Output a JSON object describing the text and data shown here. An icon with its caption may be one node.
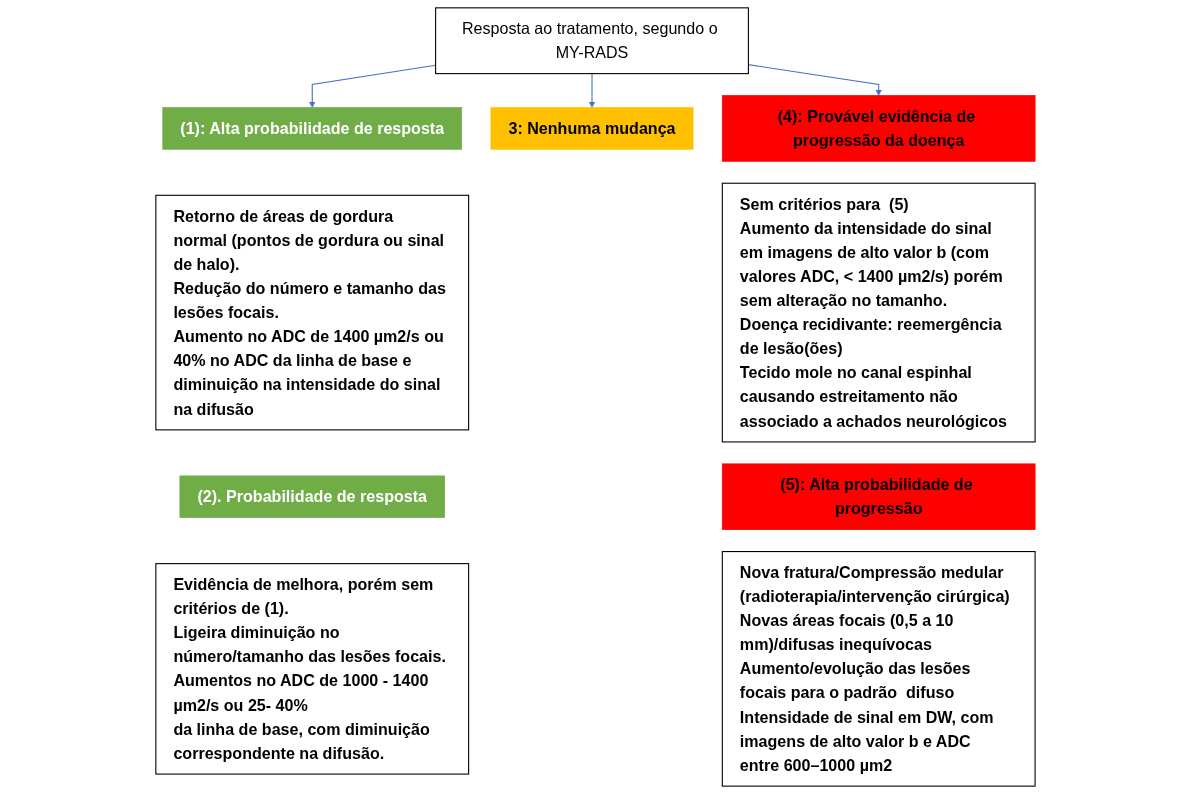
{
  "diagram": {
    "nodes": [
      {
        "text": [
          "Resposta ao tratamento, segundo o MY-RADS"
        ]
      },
      {
        "text": [
          "(1): Alta probabilidade de resposta"
        ]
      },
      {
        "text": [
          "Retorno de áreas de gordura normal (pontos de gordura ou sinal de halo).",
          "Redução do número e tamanho das lesões focais.",
          "Aumento no ADC de 1400 µm2/s ou 40% no ADC da linha de base e diminuição na intensidade do sinal na difusão"
        ]
      },
      {
        "text": [
          "(2). Probabilidade de resposta"
        ]
      },
      {
        "text": [
          "Evidência de melhora, porém sem critérios de (1).",
          "Ligeira diminuição no número/tamanho das lesões focais.",
          "Aumentos no ADC de 1000 - 1400 µm2/s ou 25- 40%",
          "da linha de base, com diminuição correspondente na difusão."
        ]
      },
      {
        "text": [
          "3: Nenhuma mudança"
        ]
      },
      {
        "text": [
          "(4): Provável evidência de progressão da doença"
        ]
      },
      {
        "text": [
          "Sem critérios para  (5)",
          "Aumento da intensidade do sinal em imagens de alto valor b (com valores ADC, < 1400 µm2/s) porém sem alteração no tamanho.",
          "Doença recidivante: reemergência de lesão(ões)",
          "Tecido mole no canal espinhal causando estreitamento não associado a achados neurológicos"
        ]
      },
      {
        "text": [
          "(5): Alta probabilidade de progressão"
        ]
      },
      {
        "text": [
          "Nova fratura/Compressão medular (radioterapia/intervenção cirúrgica)",
          "Novas áreas focais (0,5 a 10 mm)/difusas inequívocas",
          "Aumento/evolução das lesões focais para o padrão  difuso",
          "Intensidade de sinal em DW, com imagens de alto valor b e ADC entre 600–1000 µm2"
        ]
      }
    ],
    "edges": [
      {
        "from": 0,
        "to": 1,
        "arrow": "to"
      },
      {
        "from": 0,
        "to": 5,
        "arrow": "to"
      },
      {
        "from": 0,
        "to": 6,
        "arrow": "to"
      }
    ]
  }
}
